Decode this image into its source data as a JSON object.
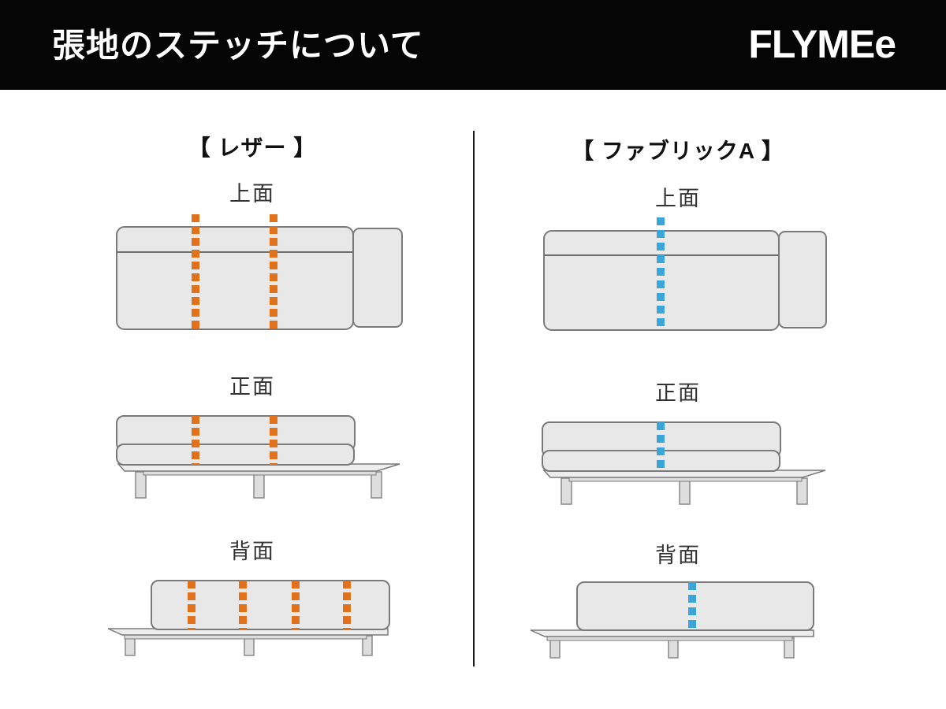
{
  "header": {
    "title": "張地のステッチについて",
    "logo": "FLYMEe"
  },
  "columns": [
    {
      "id": "leather",
      "heading": "【 レザー 】",
      "stitch_color": "#e2711c",
      "views": [
        {
          "label": "上面",
          "stitch_x": [
            108,
            207
          ]
        },
        {
          "label": "正面",
          "stitch_x": [
            108,
            207
          ]
        },
        {
          "label": "背面",
          "stitch_x": [
            123,
            188,
            255,
            320
          ]
        }
      ]
    },
    {
      "id": "fabric-a",
      "heading": "【 ファブリックA 】",
      "stitch_color": "#3ba4d8",
      "views": [
        {
          "label": "上面",
          "stitch_x": [
            158
          ]
        },
        {
          "label": "正面",
          "stitch_x": [
            158
          ]
        },
        {
          "label": "背面",
          "stitch_x": [
            218
          ]
        }
      ]
    }
  ],
  "colors": {
    "header_bg": "#050505",
    "header_text": "#ffffff",
    "divider": "#1a1a1a",
    "heading_text": "#111111",
    "label_text": "#333333",
    "sofa_fill": "#e9e8e8",
    "sofa_border": "#7a7a7a",
    "seam": "#6e6e6e",
    "platform_fill": "#ededed",
    "rail_fill": "#dcdcdc",
    "leg_fill": "#dedede",
    "leg_border": "#8a8a8a",
    "leather_stitch": "#e2711c",
    "fabric_a_stitch": "#3ba4d8"
  }
}
